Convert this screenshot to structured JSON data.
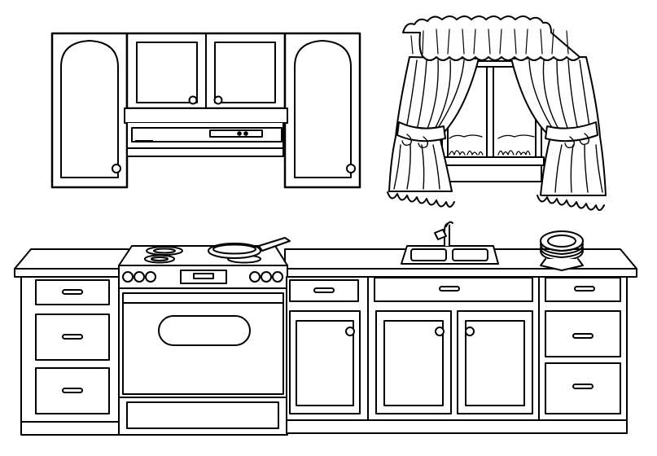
{
  "scene": {
    "type": "line-art-coloring-page",
    "subject": "kitchen",
    "line_color": "#000000",
    "fill_color": "#ffffff",
    "elements": [
      "upper-cabinets",
      "range-hood",
      "window-with-curtains",
      "countertop",
      "drawers",
      "electric-stove",
      "frying-pan",
      "oven",
      "sink-with-faucet",
      "plate-stack",
      "lower-cabinet-doors"
    ]
  }
}
